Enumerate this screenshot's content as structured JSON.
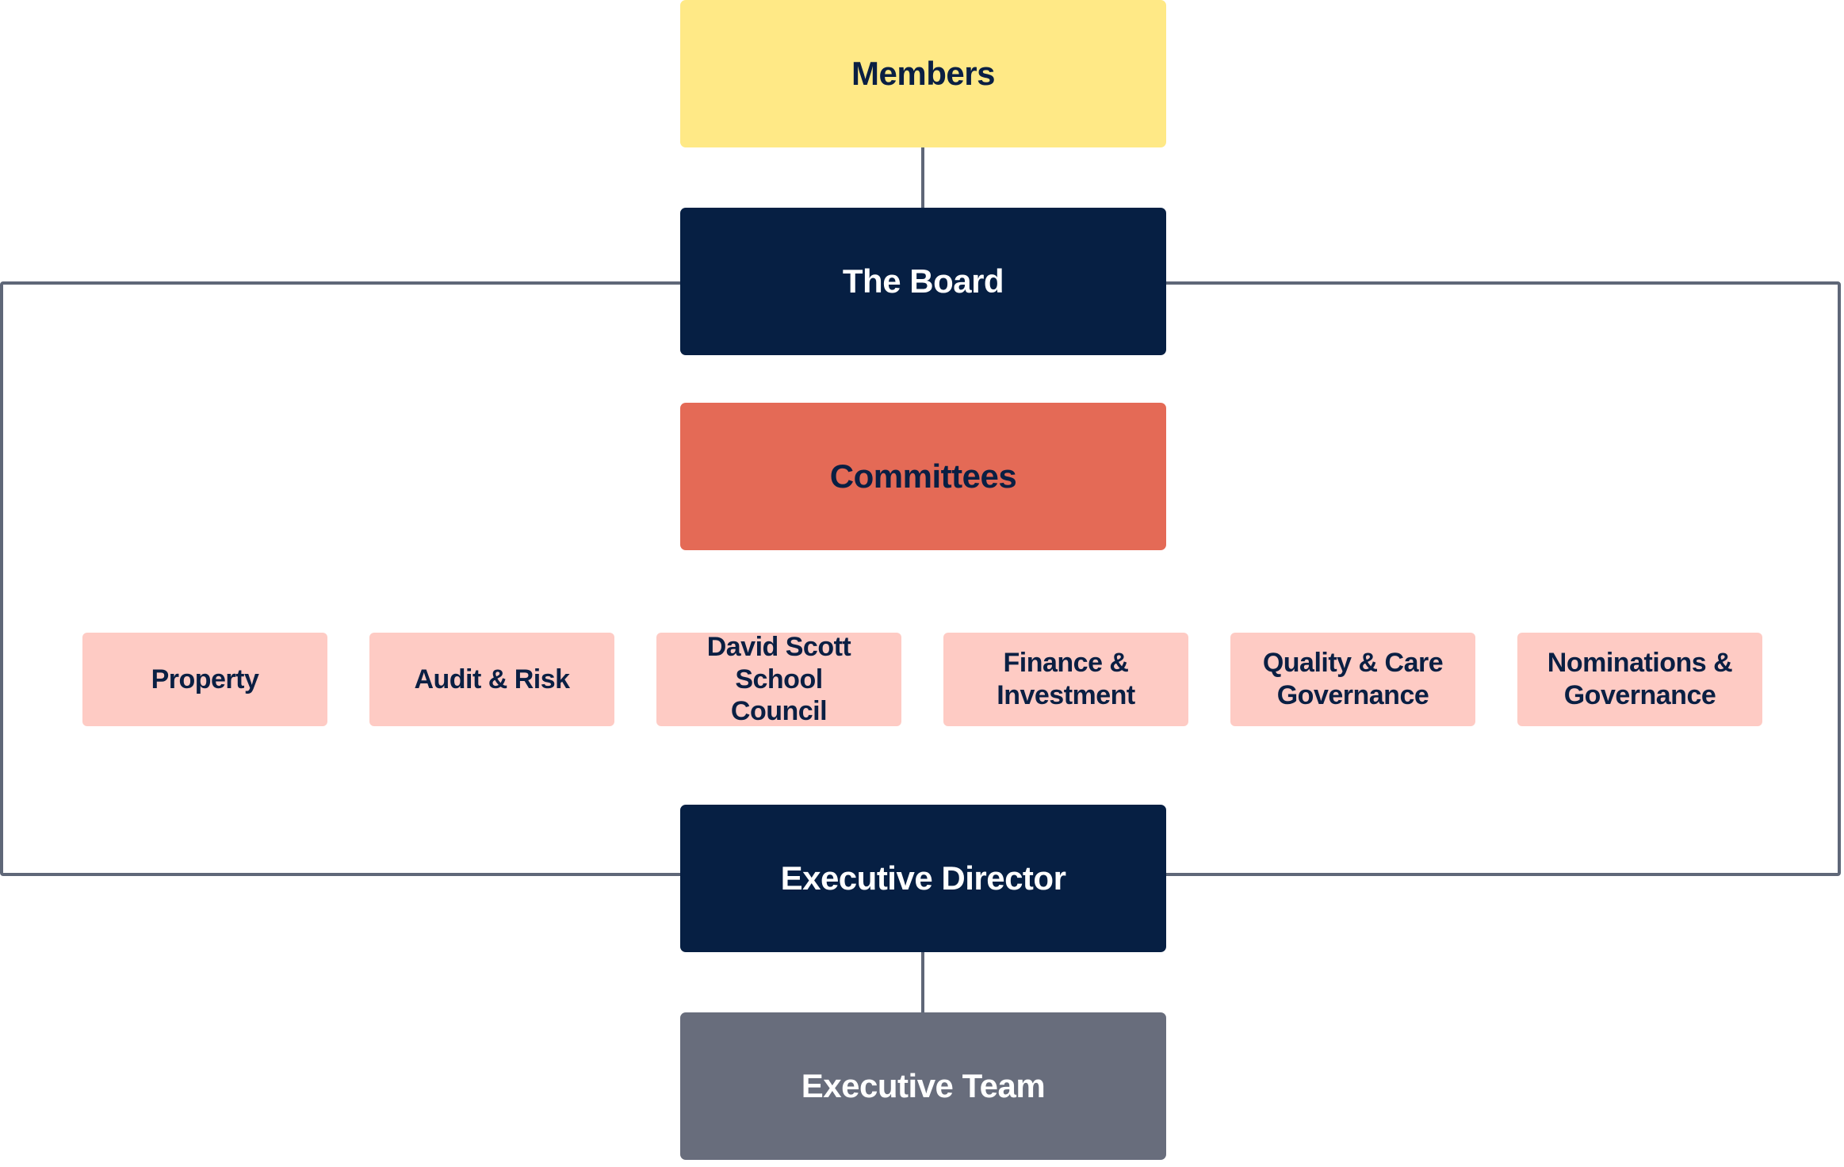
{
  "diagram": {
    "members": "Members",
    "board": "The Board",
    "committees_header": "Committees",
    "committees": [
      "Property",
      "Audit & Risk",
      "David Scott School Council",
      "Finance & Investment",
      "Quality & Care Governance",
      "Nominations & Governance"
    ],
    "executive_director": "Executive Director",
    "executive_team": "Executive Team"
  },
  "colors": {
    "members": "#ffe986",
    "board": "#061f43",
    "committees_header": "#e46a56",
    "committee": "#fecbc4",
    "executive_director": "#061f43",
    "executive_team": "#686d7c",
    "connector": "#5f6778",
    "dark_text": "#0a1f43",
    "light_text": "#ffffff"
  }
}
